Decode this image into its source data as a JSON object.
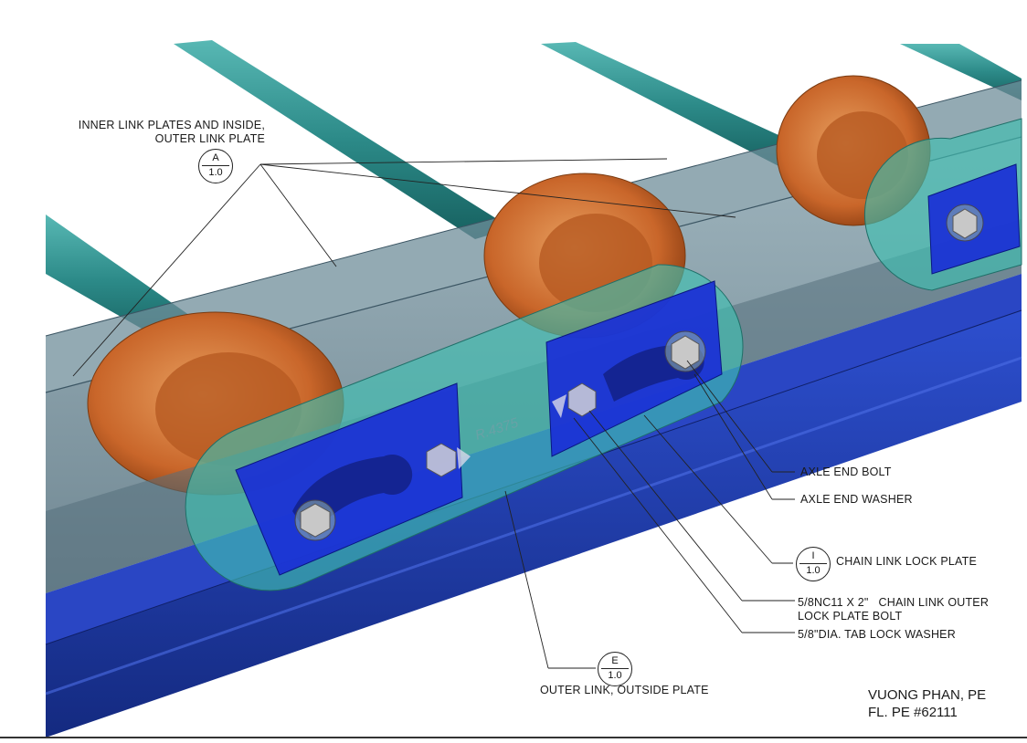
{
  "callouts": {
    "inner_link_plates": {
      "line1": "INNER LINK PLATES AND INSIDE,",
      "line2": "OUTER LINK PLATE"
    },
    "axle_end_bolt": "AXLE END BOLT",
    "axle_end_washer": "AXLE END WASHER",
    "chain_link_lock_plate": "CHAIN LINK LOCK PLATE",
    "outer_lock_plate_bolt": {
      "line1": "5/8NC11 X 2\"   CHAIN LINK OUTER",
      "line2": "LOCK PLATE BOLT"
    },
    "tab_lock_washer": "5/8\"DIA. TAB LOCK WASHER",
    "outer_link_outside_plate": "OUTER LINK, OUTSIDE PLATE"
  },
  "detail_bubbles": {
    "a": {
      "letter": "A",
      "sheet": "1.0"
    },
    "i": {
      "letter": "I",
      "sheet": "1.0"
    },
    "e": {
      "letter": "E",
      "sheet": "1.0"
    }
  },
  "engineer": {
    "name": "VUONG PHAN, PE",
    "license": "FL. PE #62111"
  },
  "plate_text": "R.4375",
  "colors": {
    "axle": "#2f8f8f",
    "roller": "#d2691e",
    "link_plate": "#3fbfb0",
    "lock_plate": "#1a2fd6",
    "rail": "#1e3a9a",
    "bolt": "#b8b8b8"
  }
}
